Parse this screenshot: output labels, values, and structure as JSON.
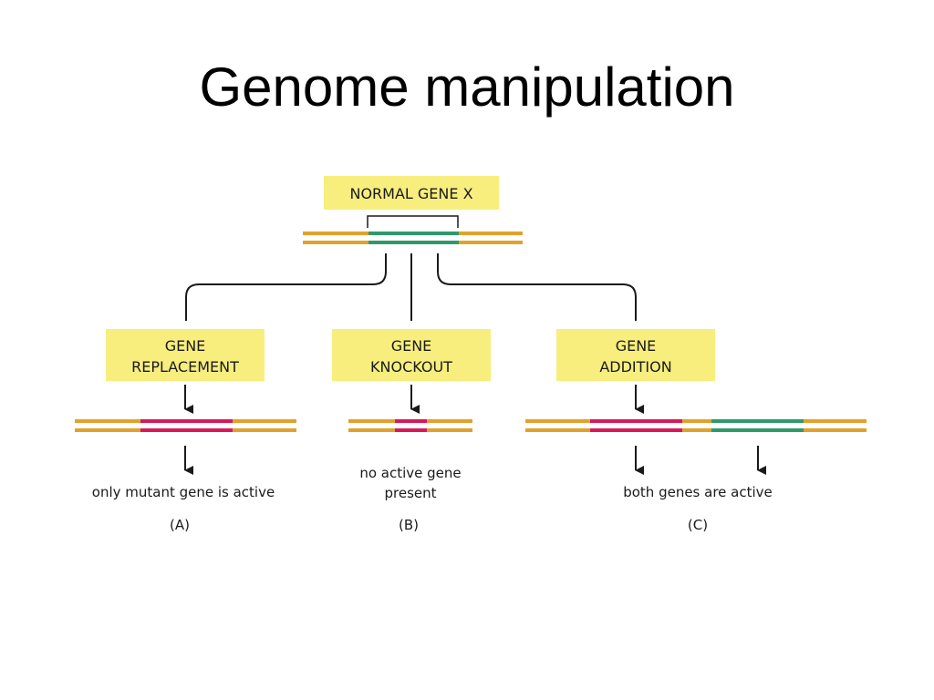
{
  "title": "Genome manipulation",
  "normal_gene": {
    "label": "NORMAL GENE X"
  },
  "branches": [
    {
      "id": "A",
      "label_lines": [
        "GENE",
        "REPLACEMENT"
      ],
      "result_lines": [
        "only mutant gene is active"
      ],
      "panel": "(A)"
    },
    {
      "id": "B",
      "label_lines": [
        "GENE",
        "KNOCKOUT"
      ],
      "result_lines": [
        "no active gene",
        "present"
      ],
      "panel": "(B)"
    },
    {
      "id": "C",
      "label_lines": [
        "GENE",
        "ADDITION"
      ],
      "result_lines": [
        "both genes are active"
      ],
      "panel": "(C)"
    }
  ],
  "colors": {
    "box_fill": "#f8ee7e",
    "dna_strand": "#e3a12a",
    "normal_gene": "#2e9a6a",
    "mutant_gene": "#d8185a",
    "line": "#1a1a1a"
  }
}
